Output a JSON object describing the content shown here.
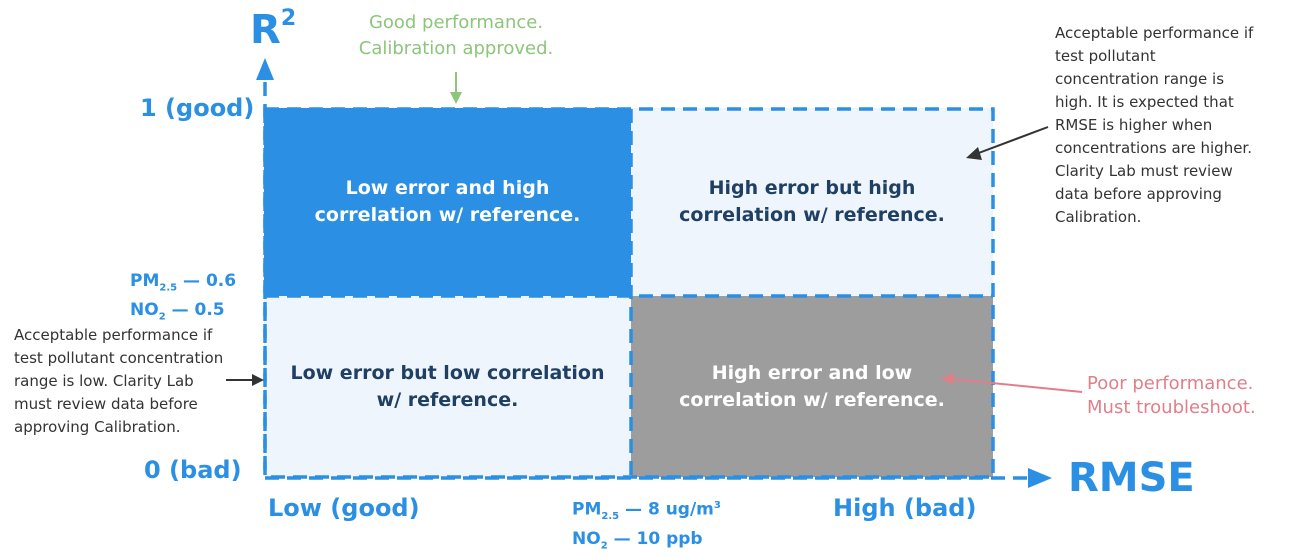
{
  "axes": {
    "y_title": "R",
    "y_title_sup": "2",
    "x_title": "RMSE",
    "y_top_label": "1 (good)",
    "y_bottom_label": "0 (bad)",
    "y_threshold": {
      "pm_prefix": "PM",
      "pm_sub": "2.5",
      "pm_value": "— 0.6",
      "no_prefix": "NO",
      "no_sub": "2",
      "no_value": "— 0.5"
    },
    "x_left_label": "Low (good)",
    "x_right_label": "High (bad)",
    "x_threshold": {
      "pm_prefix": "PM",
      "pm_sub": "2.5",
      "pm_value": "— 8 ug/m",
      "pm_sup": "3",
      "no_prefix": "NO",
      "no_sub": "2",
      "no_value": "— 10 ppb"
    }
  },
  "quadrants": {
    "top_left": [
      "Low error and high",
      "correlation w/ reference."
    ],
    "top_right": [
      "High error but high",
      "correlation w/ reference."
    ],
    "bottom_left": [
      "Low error but low correlation",
      "w/ reference."
    ],
    "bottom_right": [
      "High error and low",
      "correlation w/ reference."
    ]
  },
  "annotations": {
    "good": [
      "Good performance.",
      "Calibration approved."
    ],
    "high_range": [
      "Acceptable performance if",
      "test pollutant",
      "concentration range is",
      "high. It is expected that",
      "RMSE is higher when",
      "concentrations are higher.",
      "Clarity Lab must review",
      "data before approving",
      "Calibration."
    ],
    "low_range": [
      "Acceptable performance if",
      "test pollutant concentration",
      "range is low. Clarity Lab",
      "must review data before",
      "approving Calibration."
    ],
    "poor": [
      "Poor performance.",
      "Must troubleshoot."
    ]
  },
  "colors": {
    "axis_blue": "#2b8fe3",
    "top_left_fill": "#2b8fe3",
    "light_fill": "#eef5fd",
    "bottom_right_fill": "#9d9d9d",
    "dark_text": "#1f3f63",
    "good_green": "#8cc67a",
    "poor_red": "#e07f8a"
  }
}
